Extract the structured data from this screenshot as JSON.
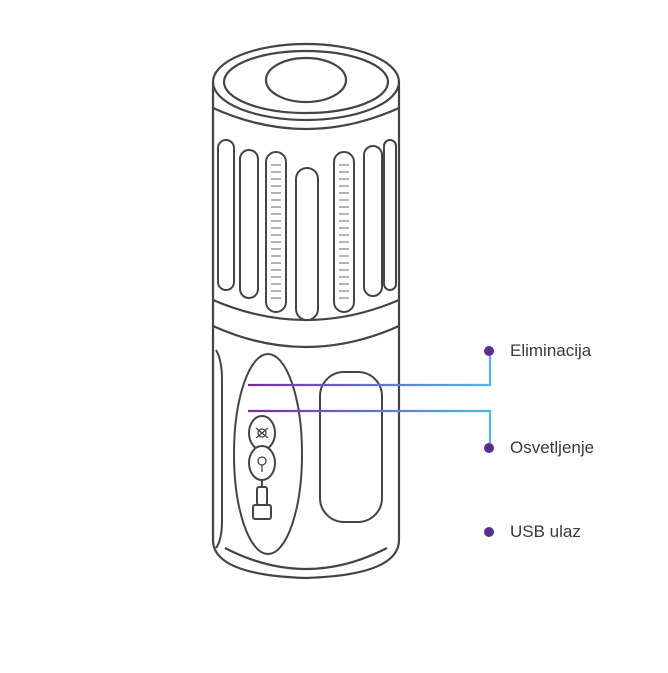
{
  "callouts": [
    {
      "label": "Eliminacija"
    },
    {
      "label": "Osvetljenje"
    },
    {
      "label": "USB ulaz"
    }
  ],
  "colors": {
    "line_start": "#7a2ba6",
    "line_end": "#4fb6e8",
    "dot": "#5a2d91",
    "outline": "#444444"
  }
}
